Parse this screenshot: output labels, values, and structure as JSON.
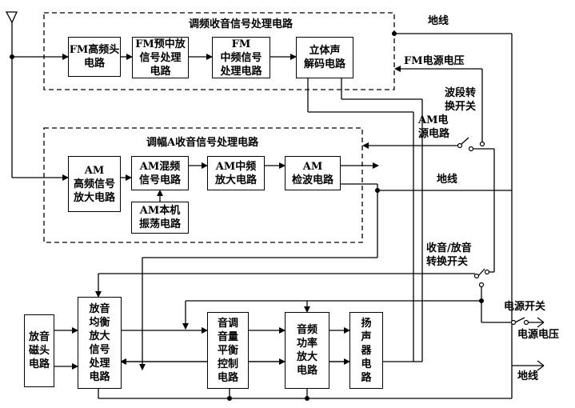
{
  "groups": {
    "fm_title": "调频收音信号处理电路",
    "am_title": "调幅A收音信号处理电路"
  },
  "blocks": {
    "fm_rf": "FM高频头\n电路",
    "fm_if_pre": "FM预中放\n信号处理\n电路",
    "fm_if": "FM\n中频信号\n处理电路",
    "stereo": "立体声\n解码电路",
    "am_rf": "AM\n高频信号\n放大电路",
    "am_mix": "AM混频\n信号电路",
    "am_osc": "AM本机\n振荡电路",
    "am_if": "AM中频\n放大电路",
    "am_det": "AM\n检波电路",
    "tape_head": "放音\n磁头\n电路",
    "eq_amp": "放音\n均衡\n放大\n信号\n处理\n电路",
    "tone": "音调\n音量\n平衡\n控制\n电路",
    "power_amp": "音频\n功率\n放大\n电路",
    "speaker": "扬\n声\n器\n电\n路"
  },
  "labels": {
    "ground_top": "地线",
    "fm_power": "FM电源电压",
    "band_switch": "波段转\n换开关",
    "am_power": "AM电\n源电路",
    "ground_mid": "地线",
    "radio_tape_switch": "收音/放音\n转换开关",
    "power_switch": "电源开关",
    "power_voltage": "电源电压",
    "ground_bottom": "地线"
  }
}
